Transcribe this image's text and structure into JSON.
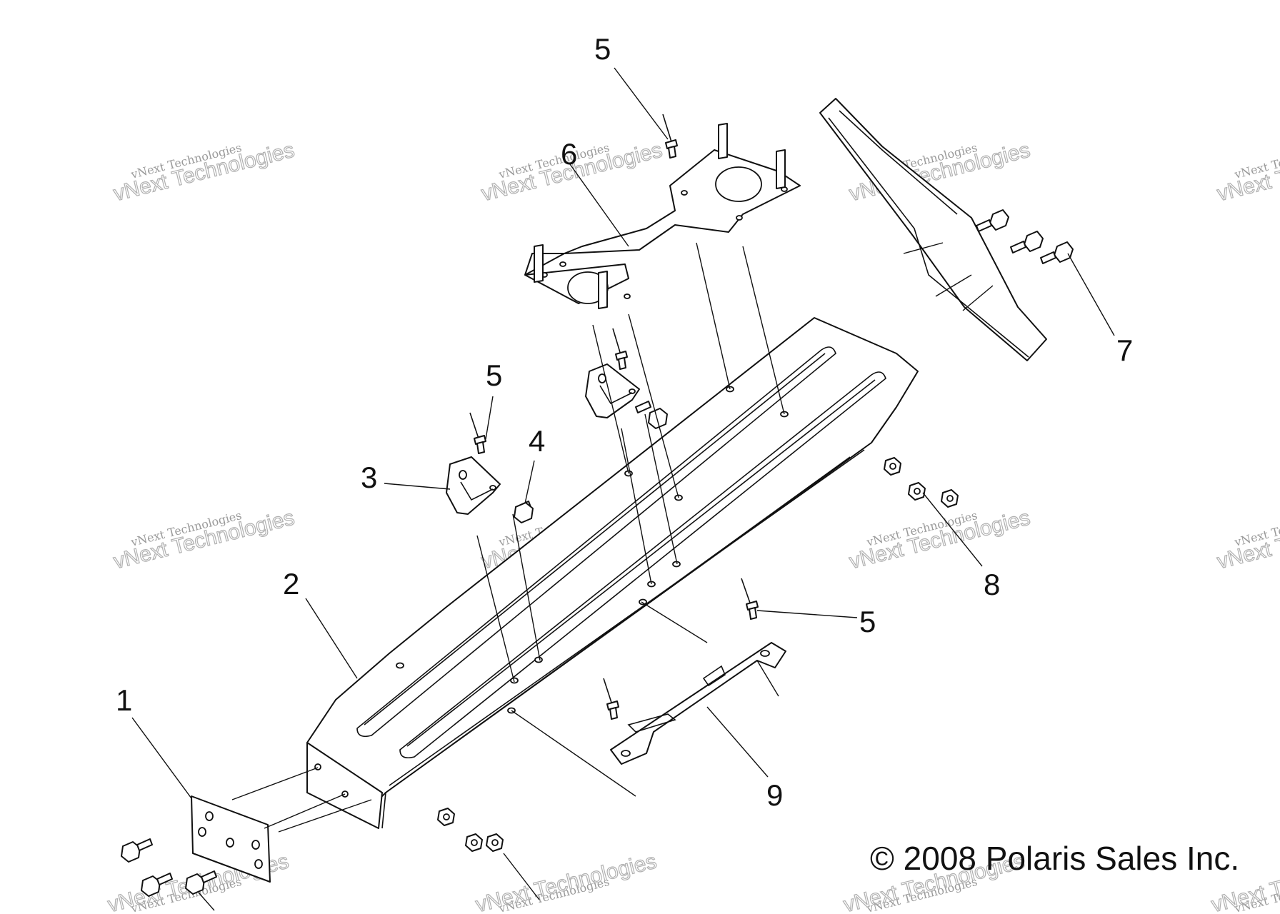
{
  "diagram": {
    "copyright": "© 2008 Polaris Sales Inc.",
    "callouts": [
      "1",
      "2",
      "3",
      "4",
      "5",
      "5",
      "5",
      "6",
      "7",
      "8",
      "9"
    ],
    "watermark_line1": "vNext Technologies",
    "watermark_line2": "vNext Technologies",
    "watermark_color": "#9a9a9a",
    "line_color": "#111111"
  }
}
